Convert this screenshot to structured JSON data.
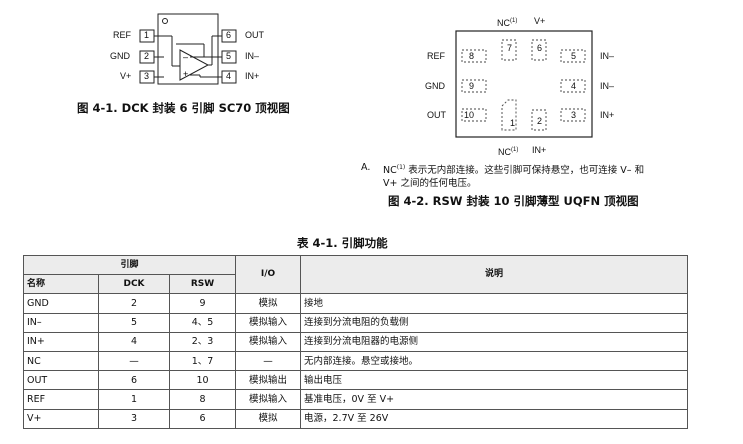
{
  "fig1": {
    "left_pins": [
      {
        "label": "REF",
        "num": "1"
      },
      {
        "label": "GND",
        "num": "2"
      },
      {
        "label": "V+",
        "num": "3"
      }
    ],
    "right_pins": [
      {
        "label": "OUT",
        "num": "6"
      },
      {
        "label": "IN–",
        "num": "5"
      },
      {
        "label": "IN+",
        "num": "4"
      }
    ],
    "minus": "–",
    "plus": "+",
    "caption": "图 4-1. DCK 封装 6 引脚 SC70 顶视图"
  },
  "fig2": {
    "top_nc": "NC",
    "top_nc_sup": "(1)",
    "top_v": "V+",
    "left_labels": [
      "REF",
      "GND",
      "OUT"
    ],
    "right_labels": [
      "IN–",
      "IN–",
      "IN+"
    ],
    "bottom_nc": "NC",
    "bottom_nc_sup": "(1)",
    "bottom_in": "IN+",
    "pads": {
      "p1": "1",
      "p2": "2",
      "p3": "3",
      "p4": "4",
      "p5": "5",
      "p6": "6",
      "p7": "7",
      "p8": "8",
      "p9": "9",
      "p10": "10"
    },
    "note_marker": "A.",
    "note_nc": "NC",
    "note_sup": "(1)",
    "note_line1": "表示无内部连接。这些引脚可保持悬空，也可连接 V– 和",
    "note_line2": "V+ 之间的任何电压。",
    "caption": "图 4-2. RSW 封装 10 引脚薄型 UQFN 顶视图"
  },
  "table": {
    "title": "表 4-1. 引脚功能",
    "header_pin": "引脚",
    "header_name": "名称",
    "header_dck": "DCK",
    "header_rsw": "RSW",
    "header_io": "I/O",
    "header_desc": "说明",
    "rows": [
      {
        "name": "GND",
        "dck": "2",
        "rsw": "9",
        "io": "模拟",
        "desc": "接地"
      },
      {
        "name": "IN–",
        "dck": "5",
        "rsw": "4、5",
        "io": "模拟输入",
        "desc": "连接到分流电阻的负载侧"
      },
      {
        "name": "IN+",
        "dck": "4",
        "rsw": "2、3",
        "io": "模拟输入",
        "desc": "连接到分流电阻器的电源侧"
      },
      {
        "name": "NC",
        "dck": "—",
        "rsw": "1、7",
        "io": "—",
        "desc": "无内部连接。悬空或接地。"
      },
      {
        "name": "OUT",
        "dck": "6",
        "rsw": "10",
        "io": "模拟输出",
        "desc": "输出电压"
      },
      {
        "name": "REF",
        "dck": "1",
        "rsw": "8",
        "io": "模拟输入",
        "desc": "基准电压，0V 至 V+"
      },
      {
        "name": "V+",
        "dck": "3",
        "rsw": "6",
        "io": "模拟",
        "desc": "电源，2.7V 至 26V"
      }
    ]
  }
}
